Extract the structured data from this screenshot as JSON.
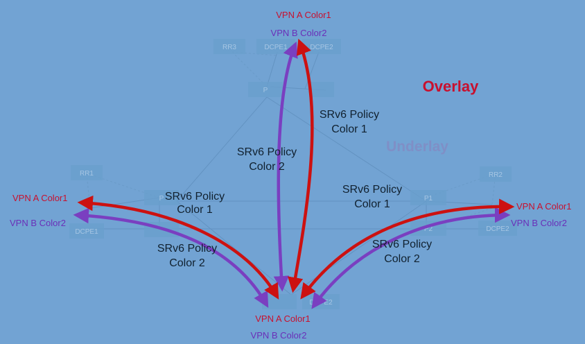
{
  "layers": {
    "overlay": "Overlay",
    "underlay": "Underlay"
  },
  "nodes": {
    "top_rr": "RR3",
    "top_dcpe1": "DCPE1",
    "top_dcpe2": "DCPE2",
    "top_p": "P",
    "left_rr": "RR1",
    "left_p": "P",
    "left_dcpe": "DCPE1",
    "right_rr": "RR2",
    "right_p1": "P1",
    "right_p2": "P2",
    "right_dcpe": "DCPE2",
    "bottom_dcpe2": "DCPE2"
  },
  "endpoints": {
    "top": {
      "vpn_a": "VPN A Color1",
      "vpn_b": "VPN B Color2"
    },
    "left": {
      "vpn_a": "VPN A Color1",
      "vpn_b": "VPN B Color2"
    },
    "right": {
      "vpn_a": "VPN A Color1",
      "vpn_b": "VPN B Color2"
    },
    "bottom": {
      "vpn_a": "VPN A Color1",
      "vpn_b": "VPN B Color2"
    }
  },
  "policies": {
    "top_c1": {
      "line1": "SRv6 Policy",
      "line2": "Color 1"
    },
    "top_c2": {
      "line1": "SRv6 Policy",
      "line2": "Color 2"
    },
    "left_c1": {
      "line1": "SRv6 Policy",
      "line2": "Color 1"
    },
    "left_c2": {
      "line1": "SRv6 Policy",
      "line2": "Color 2"
    },
    "right_c1": {
      "line1": "SRv6 Policy",
      "line2": "Color 1"
    },
    "right_c2": {
      "line1": "SRv6 Policy",
      "line2": "Color 2"
    }
  },
  "colors": {
    "background": "#72a3d3",
    "color1_red": "#cc1111",
    "color2_purple": "#7a3fc0",
    "overlay_text": "#c8102e",
    "underlay_text": "#7f8fc6"
  }
}
